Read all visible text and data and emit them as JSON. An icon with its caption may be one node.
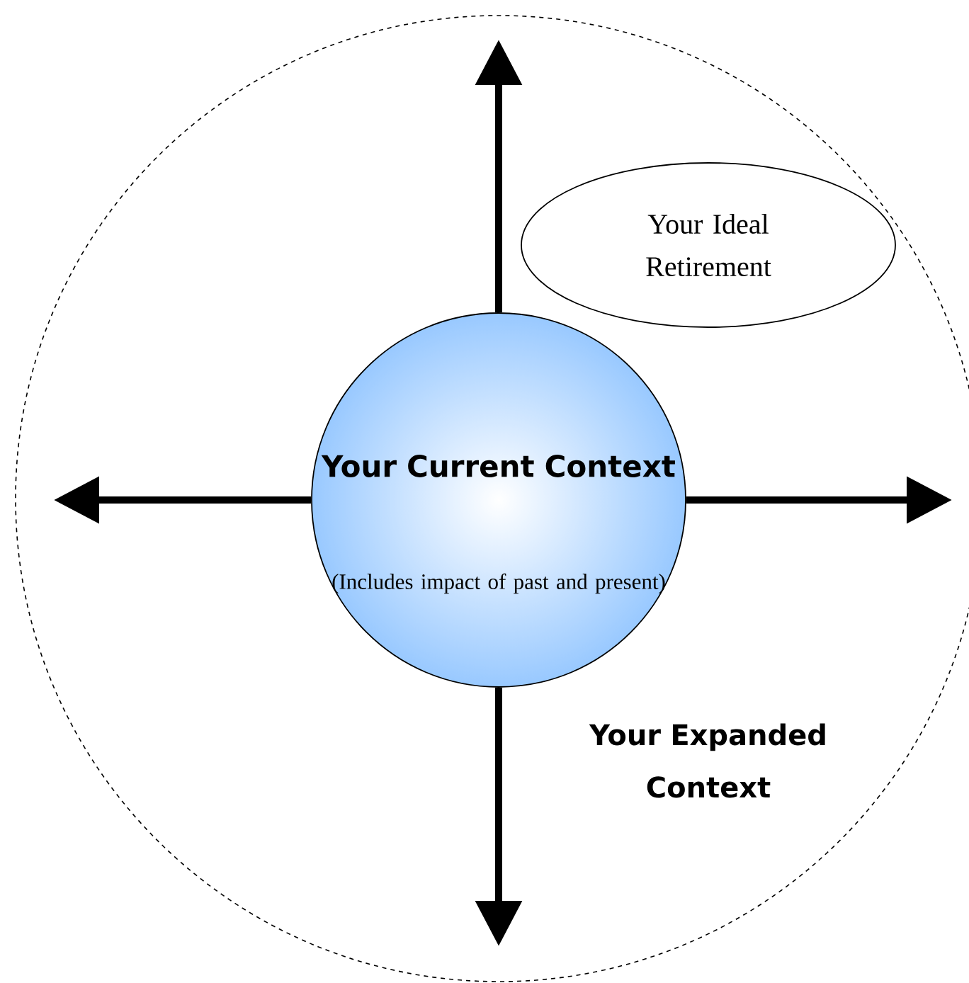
{
  "diagram": {
    "nodes": [
      {
        "text": [
          "Your Expanded Context"
        ]
      },
      {
        "text": [
          "Your Current Context",
          "(Includes impact of past and present)"
        ],
        "in": 0
      },
      {
        "text": [
          "Your Ideal Retirement"
        ],
        "in": 0
      }
    ],
    "edges": [
      {
        "from": 1,
        "to": null,
        "arrow": "to"
      },
      {
        "from": 1,
        "to": null,
        "arrow": "to"
      },
      {
        "from": 1,
        "to": null,
        "arrow": "to"
      },
      {
        "from": 1,
        "to": null,
        "arrow": "to"
      }
    ]
  }
}
